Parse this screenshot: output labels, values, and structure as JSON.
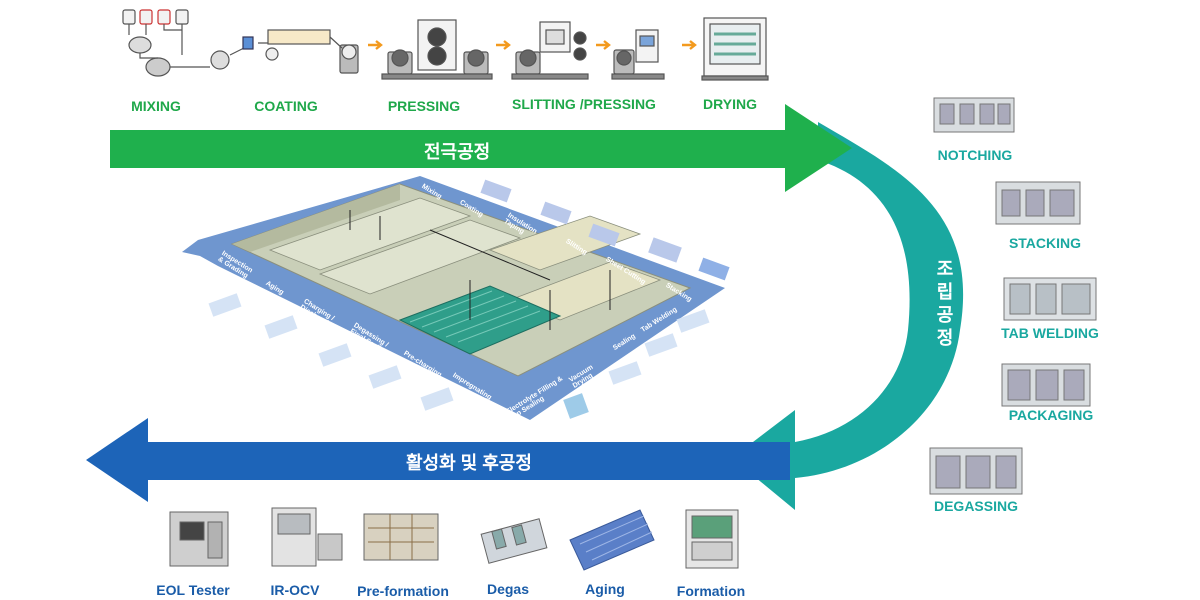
{
  "electrode": {
    "band_title": "전극공정",
    "steps": [
      {
        "label": "MIXING"
      },
      {
        "label": "COATING"
      },
      {
        "label": "PRESSING"
      },
      {
        "label": "SLITTING /PRESSING"
      },
      {
        "label": "DRYING"
      }
    ],
    "colors": {
      "band": "#1fb04d",
      "label": "#1fa84a",
      "arrow": "#f39a1e"
    }
  },
  "assembly": {
    "band_title_chars": [
      "조",
      "립",
      "공",
      "정"
    ],
    "steps": [
      {
        "label": "NOTCHING"
      },
      {
        "label": "STACKING"
      },
      {
        "label": "TAB WELDING"
      },
      {
        "label": "PACKAGING"
      },
      {
        "label": "DEGASSING"
      }
    ],
    "colors": {
      "band": "#1aa8a0",
      "label": "#1aa8a0"
    }
  },
  "formation": {
    "band_title": "활성화 및 후공정",
    "steps": [
      {
        "label": "EOL Tester"
      },
      {
        "label": "IR-OCV"
      },
      {
        "label": "Pre-formation"
      },
      {
        "label": "Degas"
      },
      {
        "label": "Aging"
      },
      {
        "label": "Formation"
      }
    ],
    "colors": {
      "band": "#1d64b8",
      "label": "#1a5ca8"
    }
  },
  "factory_floor": {
    "zones_right": [
      "Mixing",
      "Coating",
      "Insulation Taping",
      "Slitting",
      "Sheet Cutting",
      "Stacking"
    ],
    "zones_front": [
      "Tab Welding",
      "Sealing",
      "Vacuum Drying",
      "Electrolyte Filling & Top Sealing",
      "Impregnating",
      "Pre-charging",
      "Degassing / Final Sealing",
      "Charging / Discharging",
      "Aging",
      "Inspection & Grading"
    ],
    "colors": {
      "floor": "#6f96cf",
      "platform": "#c9cfb8",
      "racks": "#2f9e8a"
    }
  }
}
